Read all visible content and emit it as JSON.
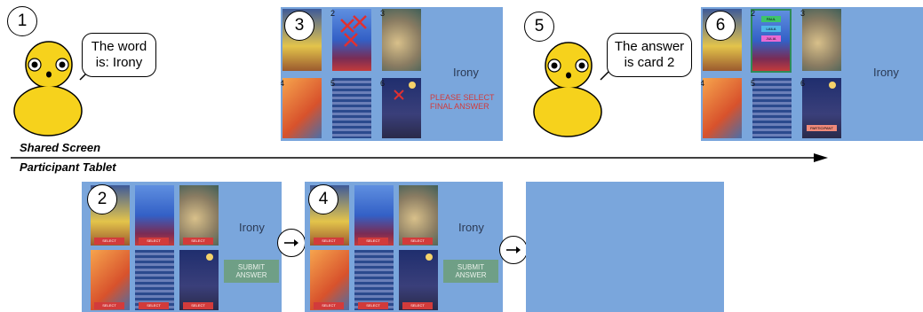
{
  "steps": [
    "1",
    "2",
    "3",
    "4",
    "5",
    "6"
  ],
  "bubbles": {
    "step1": {
      "line1": "The word",
      "line2": "is: Irony"
    },
    "step5": {
      "line1": "The answer",
      "line2": "is card 2"
    }
  },
  "word": "Irony",
  "card_numbers": [
    "2",
    "3",
    "4",
    "5",
    "6"
  ],
  "please_select": {
    "line1": "PLEASE SELECT",
    "line2": "FINAL ANSWER"
  },
  "select_label": "SELECT",
  "submit": {
    "line1": "SUBMIT",
    "line2": "ANSWER"
  },
  "vote_names": [
    "PAUL",
    "LAILA",
    "JULIA"
  ],
  "participant_label": "PARTICIPANT",
  "row_labels": {
    "shared": "Shared Screen",
    "tablet": "Participant Tablet"
  },
  "colors": {
    "panel": "#7aa6dc",
    "robot": "#f6d21c",
    "select": "#d23b3b",
    "submit": "#6f9f86",
    "highlight": "#2e8b57"
  }
}
